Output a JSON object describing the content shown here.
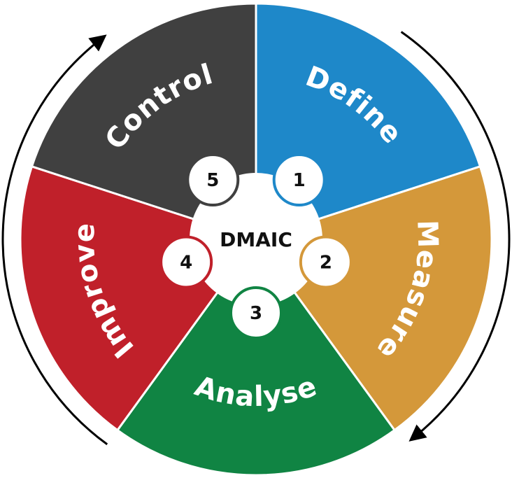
{
  "center_label": "DMAIC",
  "phases": [
    {
      "number": "1",
      "label": "Define",
      "color": "#1E88C9"
    },
    {
      "number": "2",
      "label": "Measure",
      "color": "#D4983A"
    },
    {
      "number": "3",
      "label": "Analyse",
      "color": "#108443"
    },
    {
      "number": "4",
      "label": "Improve",
      "color": "#C0202A"
    },
    {
      "number": "5",
      "label": "Control",
      "color": "#404040"
    }
  ],
  "cycle_direction": "clockwise",
  "arrow_color": "#000000"
}
